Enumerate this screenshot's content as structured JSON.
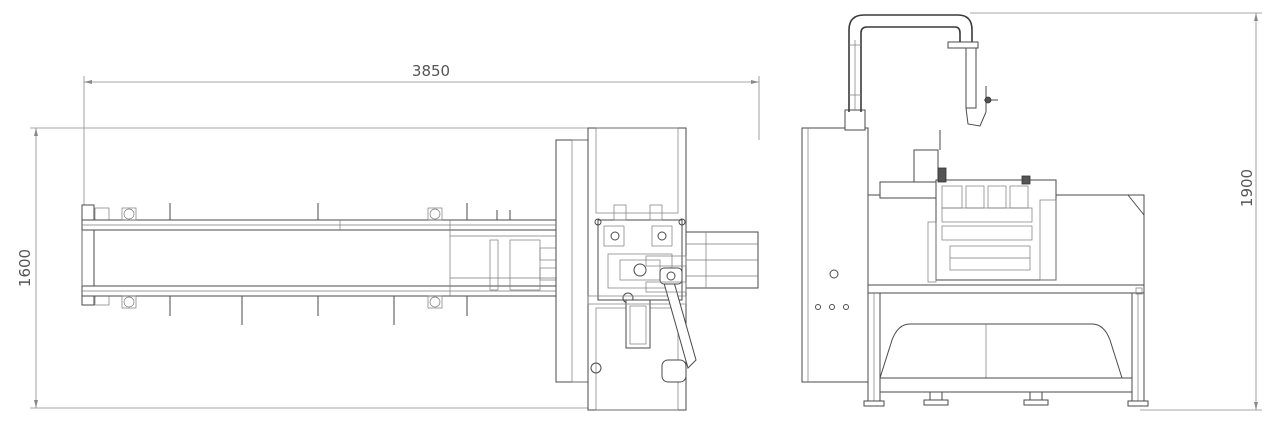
{
  "dimensions": {
    "top_view_length": "3850",
    "top_view_width": "1600",
    "side_view_height": "1900"
  },
  "colors": {
    "line": "#4a4a4a",
    "dimension": "#8a8a8a",
    "background": "#ffffff"
  }
}
